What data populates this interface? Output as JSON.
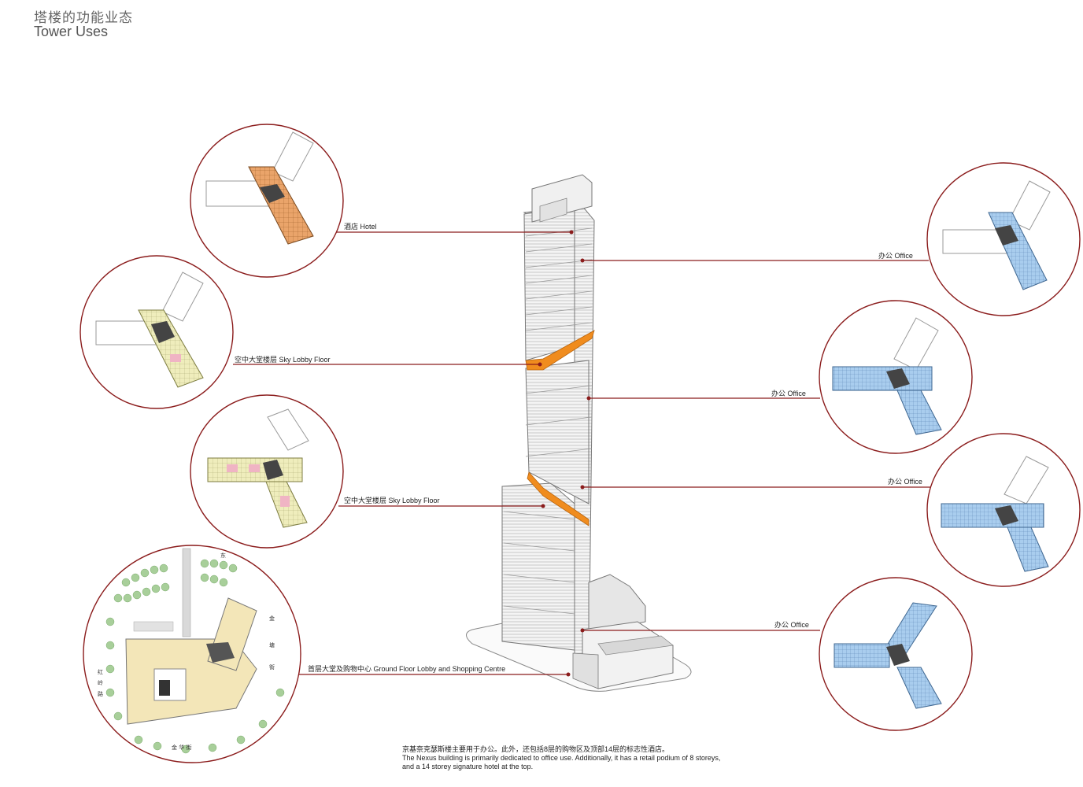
{
  "header": {
    "title_cn": "塔楼的功能业态",
    "title_en": "Tower Uses"
  },
  "labels": {
    "hotel": "酒店 Hotel",
    "sky_lobby_upper": "空中大堂楼层 Sky Lobby Floor",
    "sky_lobby_lower": "空中大堂楼层 Sky Lobby Floor",
    "ground_floor": "首层大堂及购物中心 Ground Floor Lobby and Shopping Centre",
    "office_1": "办公 Office",
    "office_2": "办公 Office",
    "office_3": "办公 Office",
    "office_4": "办公 Office"
  },
  "site_plan": {
    "road_east": "东",
    "road_jin": "金",
    "road_tang": "塘",
    "road_jie": "街",
    "road_bottom": "金 华 街",
    "road_left_1": "红",
    "road_left_2": "岭",
    "road_left_3": "路"
  },
  "caption": {
    "line_cn": "京基奈克瑟斯楼主要用于办公。此外，还包括8层的购物区及顶部14层的标志性酒店。",
    "line_en_1": "The Nexus building is primarily dedicated to office use. Additionally, it has a retail podium of 8 storeys,",
    "line_en_2": "and a 14 storey signature hotel at the top."
  },
  "colors": {
    "leader": "#8b1c1c",
    "circle": "#8b1c1c",
    "hotel_plan": "#e8a36a",
    "sky_lobby_plan": "#ece9b0",
    "office_plan": "#9cc3e8",
    "sky_lobby_band": "#f08c1e",
    "site_plan": "#f3e6b8",
    "tree": "#a8cf9a"
  }
}
